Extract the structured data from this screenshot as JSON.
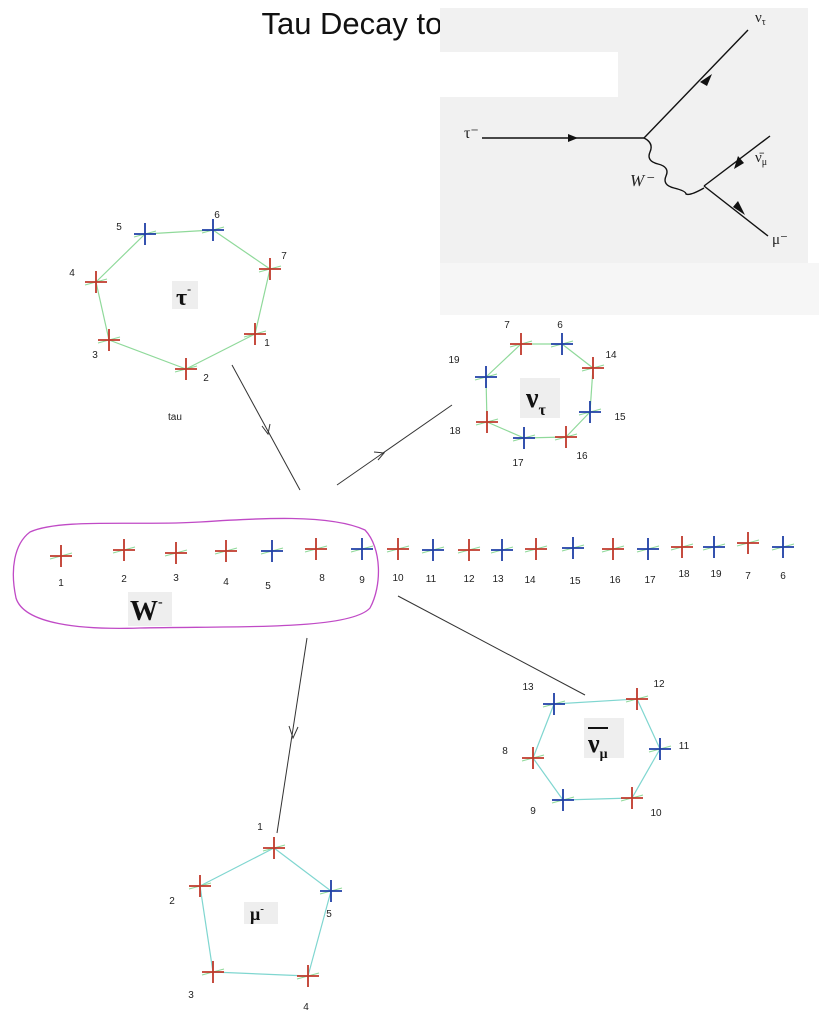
{
  "title": "Tau Decay to Muon",
  "feynman": {
    "tau_in": "τ⁻",
    "nu_tau": "ν",
    "nu_tau_sub": "τ",
    "anti_nu_mu": "ν̄",
    "anti_nu_mu_sub": "μ",
    "w_boson": "W⁻",
    "muon": "μ⁻"
  },
  "colors": {
    "red": "#c0392b",
    "blue": "#1f3fa6",
    "green": "#8fd99a",
    "cyan": "#7fd6d0",
    "outline": "#c04ac6"
  },
  "tau": {
    "symbol": "τ",
    "sup": "-",
    "caption": "tau",
    "nodes": [
      "5",
      "6",
      "7",
      "1",
      "2",
      "3",
      "4"
    ],
    "colors": [
      "blue",
      "blue",
      "red",
      "red",
      "red",
      "red",
      "red"
    ]
  },
  "nutau": {
    "symbol": "ν",
    "sub": "τ",
    "nodes": [
      "7",
      "6",
      "14",
      "15",
      "16",
      "17",
      "18",
      "19"
    ],
    "colors": [
      "red",
      "blue",
      "red",
      "blue",
      "red",
      "blue",
      "red",
      "blue"
    ]
  },
  "w": {
    "symbol": "W",
    "sup": "-",
    "nodes": [
      "1",
      "2",
      "3",
      "4",
      "5",
      "8",
      "9",
      "10",
      "11",
      "12",
      "13",
      "14",
      "15",
      "16",
      "17",
      "18",
      "19",
      "7",
      "6"
    ],
    "colors": [
      "red",
      "red",
      "red",
      "red",
      "blue",
      "red",
      "blue",
      "red",
      "blue",
      "red",
      "blue",
      "red",
      "blue",
      "red",
      "blue",
      "red",
      "blue",
      "red",
      "blue"
    ]
  },
  "numu": {
    "symbol": "ν",
    "sub": "μ",
    "nodes": [
      "13",
      "12",
      "11",
      "10",
      "9",
      "8"
    ],
    "colors": [
      "blue",
      "red",
      "blue",
      "red",
      "blue",
      "red"
    ]
  },
  "mu": {
    "symbol": "μ",
    "sup": "-",
    "nodes": [
      "1",
      "5",
      "4",
      "3",
      "2"
    ],
    "colors": [
      "red",
      "blue",
      "red",
      "red",
      "red"
    ]
  }
}
